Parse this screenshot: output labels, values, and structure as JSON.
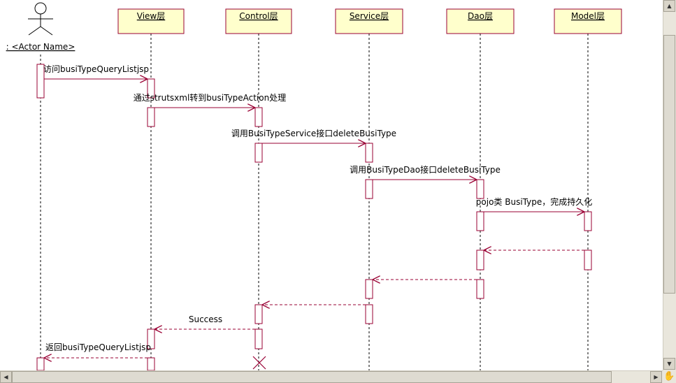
{
  "diagram": {
    "actor": {
      "name": ": <Actor Name>"
    },
    "objects": [
      {
        "id": "view",
        "label": "View层"
      },
      {
        "id": "control",
        "label": "Control层"
      },
      {
        "id": "service",
        "label": "Service层"
      },
      {
        "id": "dao",
        "label": "Dao层"
      },
      {
        "id": "model",
        "label": "Model层"
      }
    ],
    "messages": [
      {
        "from": "actor",
        "to": "view",
        "label": "访问busiTypeQueryListjsp",
        "kind": "call"
      },
      {
        "from": "view",
        "to": "control",
        "label": "通过strutsxml转到busiTypeAction处理",
        "kind": "call"
      },
      {
        "from": "control",
        "to": "service",
        "label": "调用BusiTypeService接口deleteBusiType",
        "kind": "call"
      },
      {
        "from": "service",
        "to": "dao",
        "label": "调用BusiTypeDao接口deleteBusiType",
        "kind": "call"
      },
      {
        "from": "dao",
        "to": "model",
        "label": "pojo类 BusiType，完成持久化",
        "kind": "call"
      },
      {
        "from": "model",
        "to": "dao",
        "label": "",
        "kind": "return"
      },
      {
        "from": "dao",
        "to": "service",
        "label": "",
        "kind": "return"
      },
      {
        "from": "service",
        "to": "control",
        "label": "",
        "kind": "return"
      },
      {
        "from": "control",
        "to": "view",
        "label": "Success",
        "kind": "return"
      },
      {
        "from": "view",
        "to": "actor",
        "label": "返回busiTypeQueryListjsp",
        "kind": "return"
      }
    ],
    "colors": {
      "object_fill": "#ffffcc",
      "line": "#990033",
      "lifeline": "#000000"
    }
  },
  "scrollbars": {
    "corner_icon": "hand-icon"
  }
}
